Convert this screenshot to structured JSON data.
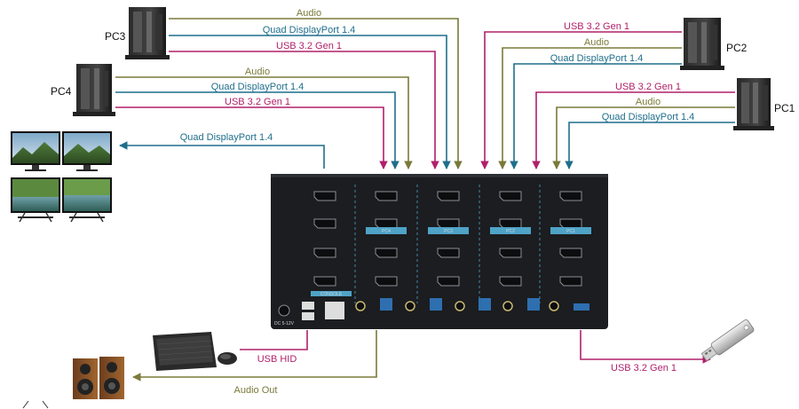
{
  "colors": {
    "audio": "#7a7a3a",
    "displayport": "#1f6f8b",
    "usb": "#b0206a",
    "kvm_body": "#1b1d20",
    "port_label": "#4fa3c7"
  },
  "pcs": {
    "pc1": "PC1",
    "pc2": "PC2",
    "pc3": "PC3",
    "pc4": "PC4"
  },
  "connections": {
    "pc3": {
      "audio": "Audio",
      "dp": "Quad DisplayPort 1.4",
      "usb": "USB 3.2 Gen 1"
    },
    "pc4": {
      "audio": "Audio",
      "dp": "Quad DisplayPort 1.4",
      "usb": "USB 3.2 Gen 1"
    },
    "pc2": {
      "usb": "USB 3.2 Gen 1",
      "audio": "Audio",
      "dp": "Quad DisplayPort 1.4"
    },
    "pc1": {
      "usb": "USB 3.2 Gen 1",
      "audio": "Audio",
      "dp": "Quad DisplayPort 1.4"
    },
    "monitors": "Quad DisplayPort 1.4",
    "hid": "USB HID",
    "audio_out": "Audio Out",
    "usb_drive": "USB 3.2 Gen 1"
  },
  "kvm": {
    "port_labels": [
      "PC4",
      "PC3",
      "PC2",
      "PC1"
    ],
    "console": "CONSOLE",
    "power": "DC 5-12V"
  },
  "icons": [
    "tower-pc-icon",
    "monitor-icon",
    "keyboard-icon",
    "mouse-icon",
    "speaker-icon",
    "usb-drive-icon"
  ]
}
